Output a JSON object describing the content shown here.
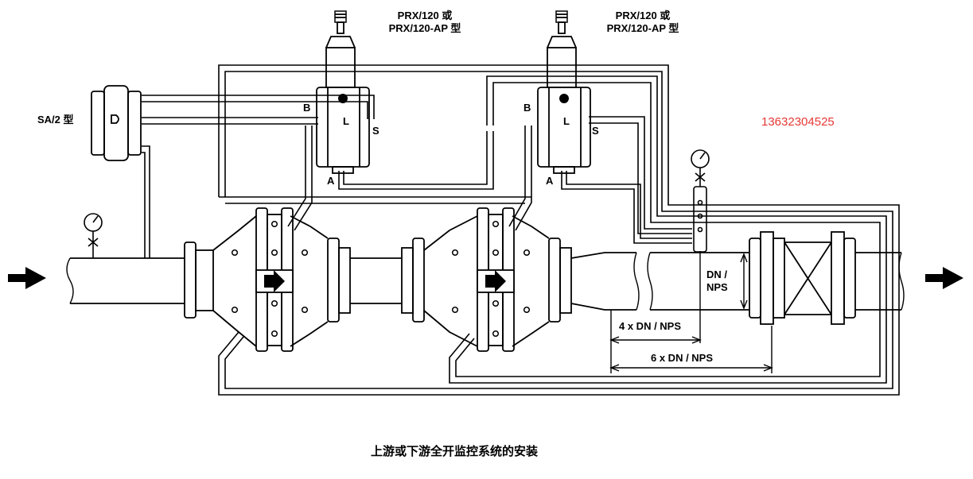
{
  "labels": {
    "pilot1_line1": "PRX/120 或",
    "pilot1_line2": "PRX/120-AP 型",
    "pilot2_line1": "PRX/120 或",
    "pilot2_line2": "PRX/120-AP 型",
    "sa_label": "SA/2 型",
    "port_b": "B",
    "port_l": "L",
    "port_s": "S",
    "port_a": "A",
    "dn_line1": "DN /",
    "dn_line2": "NPS",
    "dim_4": "4 x DN / NPS",
    "dim_6": "6 x DN / NPS"
  },
  "phone": "13632304525",
  "caption": "上游或下游全开监控系统的安装",
  "colors": {
    "line": "#000000",
    "accent": "#e53935",
    "background": "#ffffff"
  },
  "icons": [
    "flow-arrow-icon",
    "pressure-gauge-icon",
    "gate-valve-icon"
  ]
}
